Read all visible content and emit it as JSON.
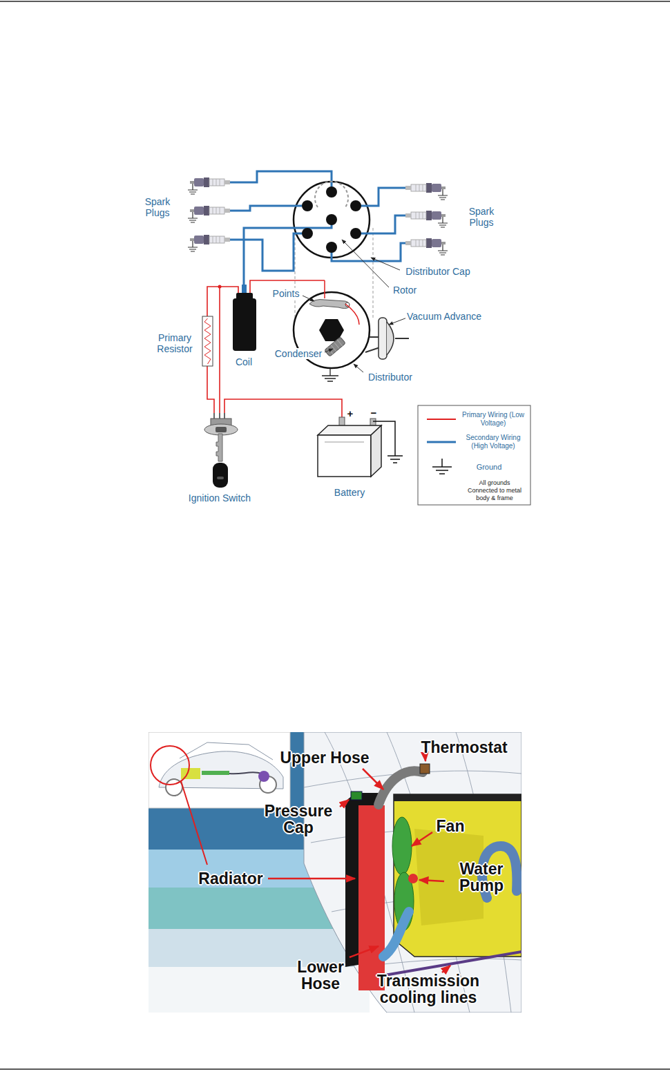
{
  "diagram": {
    "labels": [
      "Spark Plugs",
      "Spark Plugs",
      "Distributor Cap",
      "Rotor",
      "Points",
      "Vacuum Advance",
      "Primary Resistor",
      "Condenser",
      "Coil",
      "Distributor",
      "+",
      "−",
      "Ignition Switch",
      "Battery",
      "All grounds Connected to metal body & frame",
      "Upper Hose",
      "Thermostat",
      "Pressure Cap",
      "Fan",
      "Water Pump",
      "Radiator",
      "Lower Hose",
      "Transmission cooling lines"
    ],
    "legend": [
      {
        "text": "Primary Wiring (Low Voltage)"
      },
      {
        "text": "Secondary Wiring (High Voltage)"
      },
      {
        "text": "Ground"
      }
    ]
  }
}
